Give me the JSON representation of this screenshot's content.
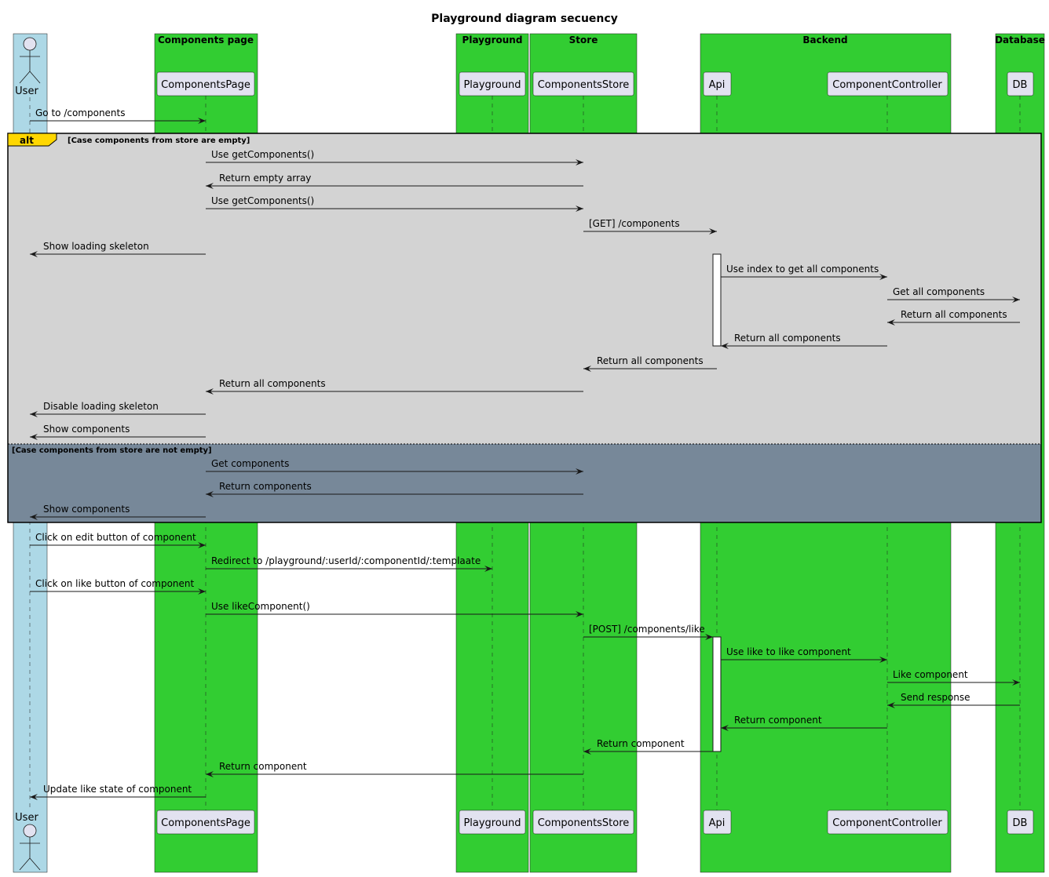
{
  "title": "Playground diagram secuency",
  "colors": {
    "box_green": "#32CD32",
    "actor_box": "#ADD8E6",
    "participant_fill": "#E2E2F0",
    "alt_first": "#D3D3D3",
    "alt_second": "#778899",
    "alt_tag": "#FFD700",
    "line": "#181818"
  },
  "boxes": [
    {
      "id": "actor",
      "title": ""
    },
    {
      "id": "components_page",
      "title": "Components page"
    },
    {
      "id": "playground",
      "title": "Playground"
    },
    {
      "id": "store",
      "title": "Store"
    },
    {
      "id": "backend",
      "title": "Backend"
    },
    {
      "id": "database",
      "title": "Database"
    }
  ],
  "participants": [
    {
      "id": "user",
      "label": "User",
      "kind": "actor"
    },
    {
      "id": "components_page",
      "label": "ComponentsPage",
      "kind": "participant"
    },
    {
      "id": "playground",
      "label": "Playground",
      "kind": "participant"
    },
    {
      "id": "components_store",
      "label": "ComponentsStore",
      "kind": "participant"
    },
    {
      "id": "api",
      "label": "Api",
      "kind": "participant"
    },
    {
      "id": "component_controller",
      "label": "ComponentController",
      "kind": "participant"
    },
    {
      "id": "db",
      "label": "DB",
      "kind": "participant"
    }
  ],
  "alt": {
    "keyword": "alt",
    "branch1": "[Case components from store are empty]",
    "branch2": "[Case components from store are not empty]"
  },
  "messages": [
    {
      "from": "user",
      "to": "components_page",
      "text": "Go to /components"
    },
    {
      "from": "components_page",
      "to": "components_store",
      "text": "Use getComponents()"
    },
    {
      "from": "components_store",
      "to": "components_page",
      "text": "Return empty array"
    },
    {
      "from": "components_page",
      "to": "components_store",
      "text": "Use getComponents()"
    },
    {
      "from": "components_store",
      "to": "api",
      "text": "[GET] /components"
    },
    {
      "from": "components_page",
      "to": "user",
      "text": "Show loading skeleton"
    },
    {
      "from": "api",
      "to": "component_controller",
      "text": "Use index to get all components"
    },
    {
      "from": "component_controller",
      "to": "db",
      "text": "Get all components"
    },
    {
      "from": "db",
      "to": "component_controller",
      "text": "Return all components"
    },
    {
      "from": "component_controller",
      "to": "api",
      "text": "Return all components"
    },
    {
      "from": "api",
      "to": "components_store",
      "text": "Return all components"
    },
    {
      "from": "components_store",
      "to": "components_page",
      "text": "Return all components"
    },
    {
      "from": "components_page",
      "to": "user",
      "text": "Disable loading skeleton"
    },
    {
      "from": "components_page",
      "to": "user",
      "text": "Show components"
    },
    {
      "from": "components_page",
      "to": "components_store",
      "text": "Get components"
    },
    {
      "from": "components_store",
      "to": "components_page",
      "text": "Return components"
    },
    {
      "from": "components_page",
      "to": "user",
      "text": "Show components"
    },
    {
      "from": "user",
      "to": "components_page",
      "text": "Click on edit button of component"
    },
    {
      "from": "components_page",
      "to": "playground",
      "text": "Redirect to /playground/:userId/:componentId/:templaate"
    },
    {
      "from": "user",
      "to": "components_page",
      "text": "Click on like button of component"
    },
    {
      "from": "components_page",
      "to": "components_store",
      "text": "Use likeComponent()"
    },
    {
      "from": "components_store",
      "to": "api",
      "text": "[POST] /components/like"
    },
    {
      "from": "api",
      "to": "component_controller",
      "text": "Use like to like component"
    },
    {
      "from": "component_controller",
      "to": "db",
      "text": "Like component"
    },
    {
      "from": "db",
      "to": "component_controller",
      "text": "Send response"
    },
    {
      "from": "component_controller",
      "to": "api",
      "text": "Return component"
    },
    {
      "from": "api",
      "to": "components_store",
      "text": "Return component"
    },
    {
      "from": "components_store",
      "to": "components_page",
      "text": "Return component"
    },
    {
      "from": "components_page",
      "to": "user",
      "text": "Update like state of component"
    }
  ]
}
